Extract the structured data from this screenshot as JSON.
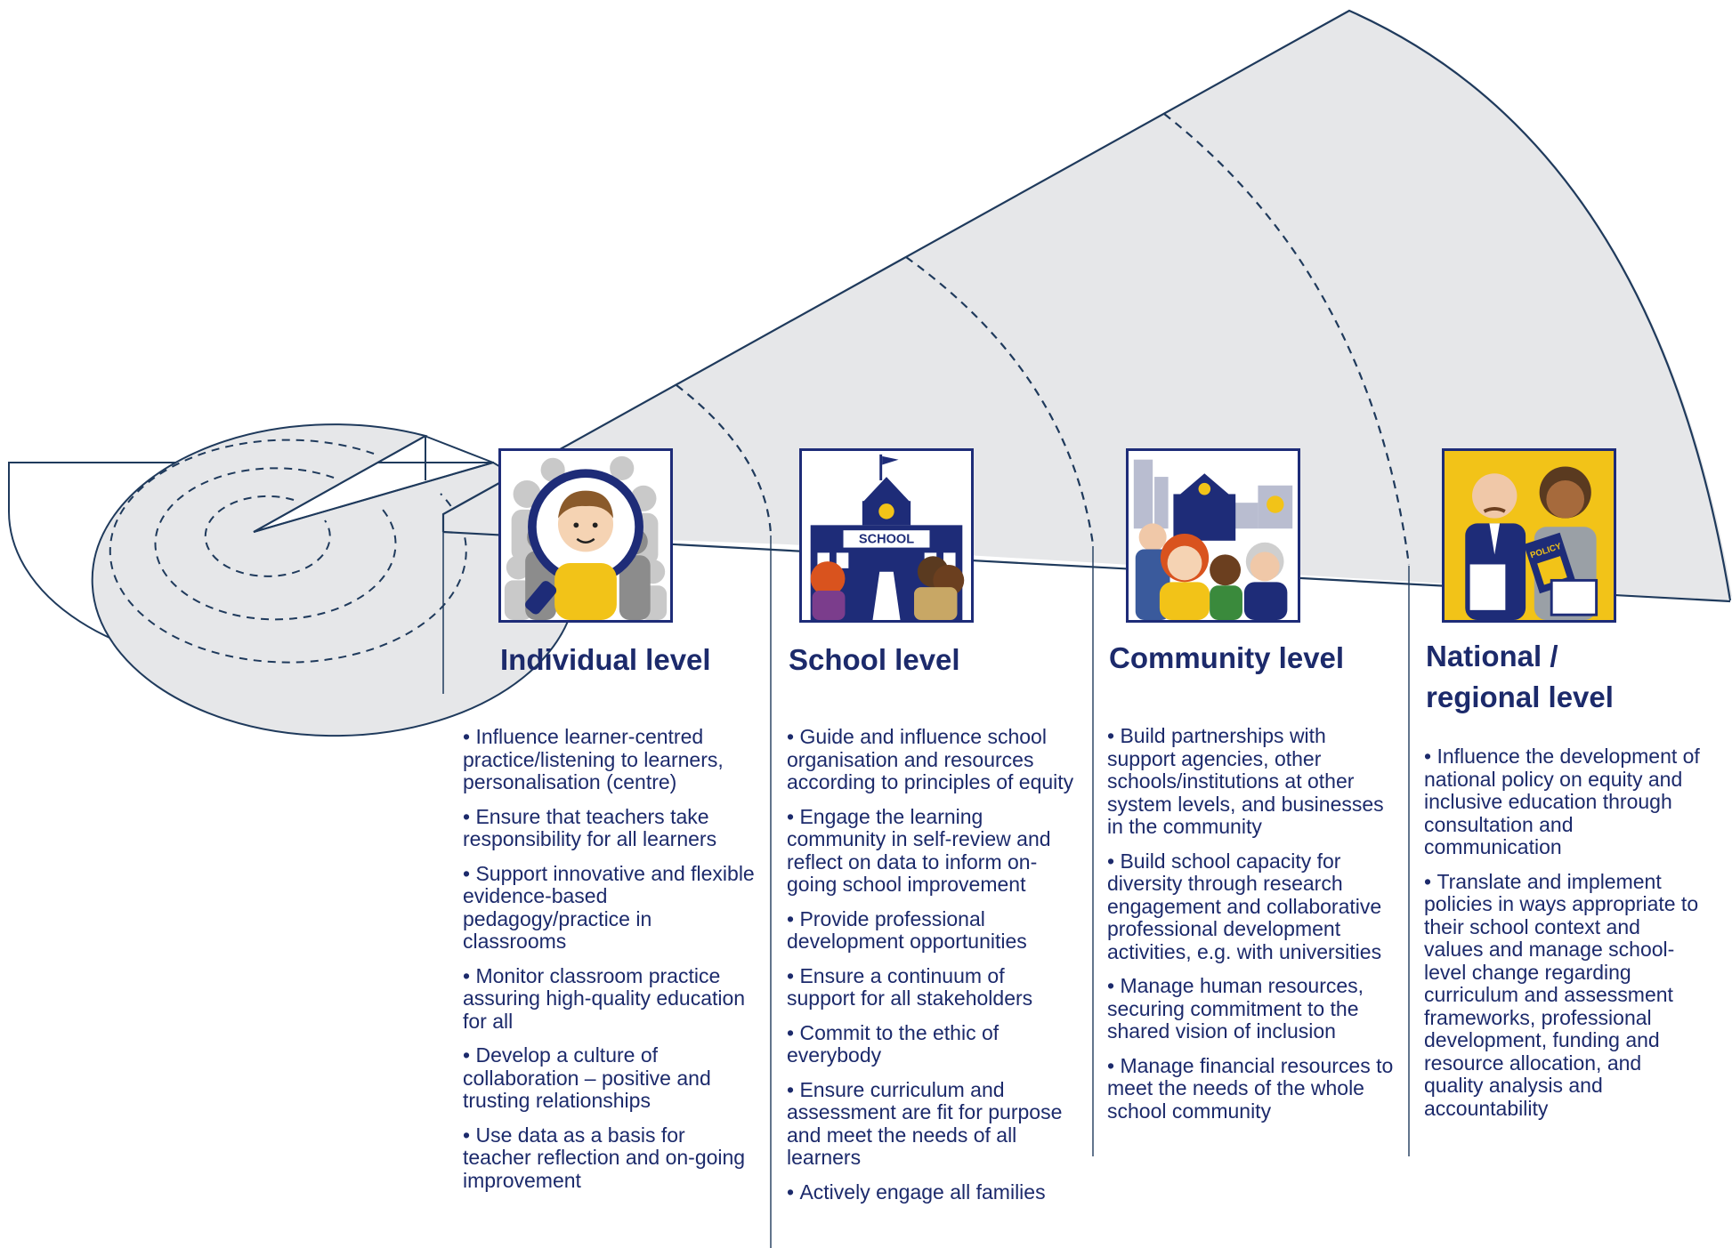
{
  "colors": {
    "navy": "#1f3a5c",
    "title_navy": "#1c2a6b",
    "bullet_text": "#1c2a6b",
    "fill_grey": "#e6e7e9",
    "icon_border": "#1e2c78",
    "yellow": "#f2c318",
    "grey_dark": "#8c8c8c",
    "grey_light": "#c9c9c9"
  },
  "levels": [
    {
      "title": "Individual level",
      "icon": "magnifier-learner-icon",
      "bullets": [
        "Influence learner-centred practice/listening to learners, personalisation (centre)",
        "Ensure that teachers take responsibility for all learners",
        "Support innovative and flexible evidence-based pedagogy/practice in classrooms",
        "Monitor classroom practice assuring high-quality education for all",
        "Develop a culture of collaboration – positive and trusting relationships",
        "Use data as a basis for teacher reflection and on-going improvement"
      ]
    },
    {
      "title": "School level",
      "icon": "school-building-icon",
      "icon_label": "SCHOOL",
      "bullets": [
        "Guide and influence school organisation and resources according to principles of equity",
        "Engage the learning community in self-review and reflect on data to inform on-going school improvement",
        "Provide professional development opportunities",
        "Ensure a continuum of support for all stakeholders",
        "Commit to the ethic of everybody",
        "Ensure curriculum and assessment are fit for purpose and meet the needs of all learners",
        "Actively engage all families"
      ]
    },
    {
      "title": "Community level",
      "icon": "community-people-icon",
      "bullets": [
        "Build partnerships with support agencies, other schools/institutions at other system levels, and businesses in the community",
        "Build school capacity for diversity through research engagement and collaborative professional development activities, e.g. with universities",
        "Manage human resources, securing commitment to the shared vision of inclusion",
        "Manage financial resources to meet the needs of the whole school community"
      ]
    },
    {
      "title_line1": "National /",
      "title_line2": "regional level",
      "icon": "policy-officials-icon",
      "icon_label": "POLICY",
      "bullets": [
        "Influence the development of national policy on equity and inclusive education through consultation and communication",
        "Translate and implement policies in ways appropriate to their school context and values and manage school-level change regarding curriculum and assessment frameworks, professional development, funding and resource allocation, and quality analysis and accountability"
      ]
    }
  ]
}
